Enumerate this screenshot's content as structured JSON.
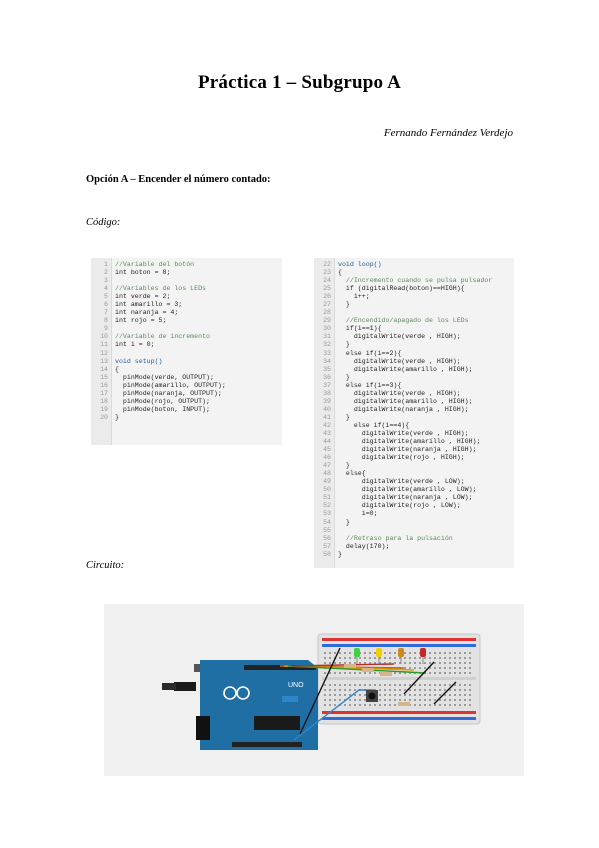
{
  "document": {
    "title": "Práctica 1 – Subgrupo A",
    "author": "Fernando Fernández Verdejo",
    "section": "Opción A – Encender el número contado:",
    "code_label": "Código:",
    "circuit_label": "Circuito:"
  },
  "code_left": [
    {
      "n": "1",
      "t": "//Variable del botón",
      "k": "com"
    },
    {
      "n": "2",
      "t": "int boton = 8;",
      "k": "plain"
    },
    {
      "n": "3",
      "t": "",
      "k": "plain"
    },
    {
      "n": "4",
      "t": "//Variables de los LEDs",
      "k": "com"
    },
    {
      "n": "5",
      "t": "int verde = 2;",
      "k": "plain"
    },
    {
      "n": "6",
      "t": "int amarillo = 3;",
      "k": "plain"
    },
    {
      "n": "7",
      "t": "int naranja = 4;",
      "k": "plain"
    },
    {
      "n": "8",
      "t": "int rojo = 5;",
      "k": "plain"
    },
    {
      "n": "9",
      "t": "",
      "k": "plain"
    },
    {
      "n": "10",
      "t": "//Variable de incremento",
      "k": "com"
    },
    {
      "n": "11",
      "t": "int i = 0;",
      "k": "plain"
    },
    {
      "n": "12",
      "t": "",
      "k": "plain"
    },
    {
      "n": "13",
      "t": "void setup()",
      "k": "kw"
    },
    {
      "n": "14",
      "t": "{",
      "k": "plain"
    },
    {
      "n": "15",
      "t": "  pinMode(verde, OUTPUT);",
      "k": "plain"
    },
    {
      "n": "16",
      "t": "  pinMode(amarillo, OUTPUT);",
      "k": "plain"
    },
    {
      "n": "17",
      "t": "  pinMode(naranja, OUTPUT);",
      "k": "plain"
    },
    {
      "n": "18",
      "t": "  pinMode(rojo, OUTPUT);",
      "k": "plain"
    },
    {
      "n": "19",
      "t": "  pinMode(boton, INPUT);",
      "k": "plain"
    },
    {
      "n": "20",
      "t": "}",
      "k": "plain"
    }
  ],
  "code_right": [
    {
      "n": "22",
      "t": "void loop()",
      "k": "kw"
    },
    {
      "n": "23",
      "t": "{",
      "k": "plain"
    },
    {
      "n": "24",
      "t": "  //Incremento cuando se pulsa pulsador",
      "k": "com"
    },
    {
      "n": "25",
      "t": "  if (digitalRead(boton)==HIGH){",
      "k": "plain"
    },
    {
      "n": "26",
      "t": "    i++;",
      "k": "plain"
    },
    {
      "n": "27",
      "t": "  }",
      "k": "plain"
    },
    {
      "n": "28",
      "t": "",
      "k": "plain"
    },
    {
      "n": "29",
      "t": "  //Encendido/apagado de los LEDs",
      "k": "com"
    },
    {
      "n": "30",
      "t": "  if(i==1){",
      "k": "plain"
    },
    {
      "n": "31",
      "t": "    digitalWrite(verde , HIGH);",
      "k": "plain"
    },
    {
      "n": "32",
      "t": "  }",
      "k": "plain"
    },
    {
      "n": "33",
      "t": "  else if(i==2){",
      "k": "plain"
    },
    {
      "n": "34",
      "t": "    digitalWrite(verde , HIGH);",
      "k": "plain"
    },
    {
      "n": "35",
      "t": "    digitalWrite(amarillo , HIGH);",
      "k": "plain"
    },
    {
      "n": "36",
      "t": "  }",
      "k": "plain"
    },
    {
      "n": "37",
      "t": "  else if(i==3){",
      "k": "plain"
    },
    {
      "n": "38",
      "t": "    digitalWrite(verde , HIGH);",
      "k": "plain"
    },
    {
      "n": "39",
      "t": "    digitalWrite(amarillo , HIGH);",
      "k": "plain"
    },
    {
      "n": "40",
      "t": "    digitalWrite(naranja , HIGH);",
      "k": "plain"
    },
    {
      "n": "41",
      "t": "  }",
      "k": "plain"
    },
    {
      "n": "42",
      "t": "    else if(i==4){",
      "k": "plain"
    },
    {
      "n": "43",
      "t": "      digitalWrite(verde , HIGH);",
      "k": "plain"
    },
    {
      "n": "44",
      "t": "      digitalWrite(amarillo , HIGH);",
      "k": "plain"
    },
    {
      "n": "45",
      "t": "      digitalWrite(naranja , HIGH);",
      "k": "plain"
    },
    {
      "n": "46",
      "t": "      digitalWrite(rojo , HIGH);",
      "k": "plain"
    },
    {
      "n": "47",
      "t": "  }",
      "k": "plain"
    },
    {
      "n": "48",
      "t": "  else{",
      "k": "plain"
    },
    {
      "n": "49",
      "t": "      digitalWrite(verde , LOW);",
      "k": "plain"
    },
    {
      "n": "50",
      "t": "      digitalWrite(amarillo , LOW);",
      "k": "plain"
    },
    {
      "n": "51",
      "t": "      digitalWrite(naranja , LOW);",
      "k": "plain"
    },
    {
      "n": "52",
      "t": "      digitalWrite(rojo , LOW);",
      "k": "plain"
    },
    {
      "n": "53",
      "t": "      i=0;",
      "k": "plain"
    },
    {
      "n": "54",
      "t": "  }",
      "k": "plain"
    },
    {
      "n": "55",
      "t": "",
      "k": "plain"
    },
    {
      "n": "56",
      "t": "  //Retraso para la pulsación",
      "k": "com"
    },
    {
      "n": "57",
      "t": "  delay(170);",
      "k": "plain"
    },
    {
      "n": "58",
      "t": "}",
      "k": "plain"
    }
  ],
  "circuit": {
    "board_text": "UNO",
    "led_colors": [
      "#3fd23f",
      "#f0d000",
      "#d08a1a",
      "#c62828"
    ],
    "board_color": "#1f6fa5",
    "breadboard_color": "#e2e2e2"
  }
}
